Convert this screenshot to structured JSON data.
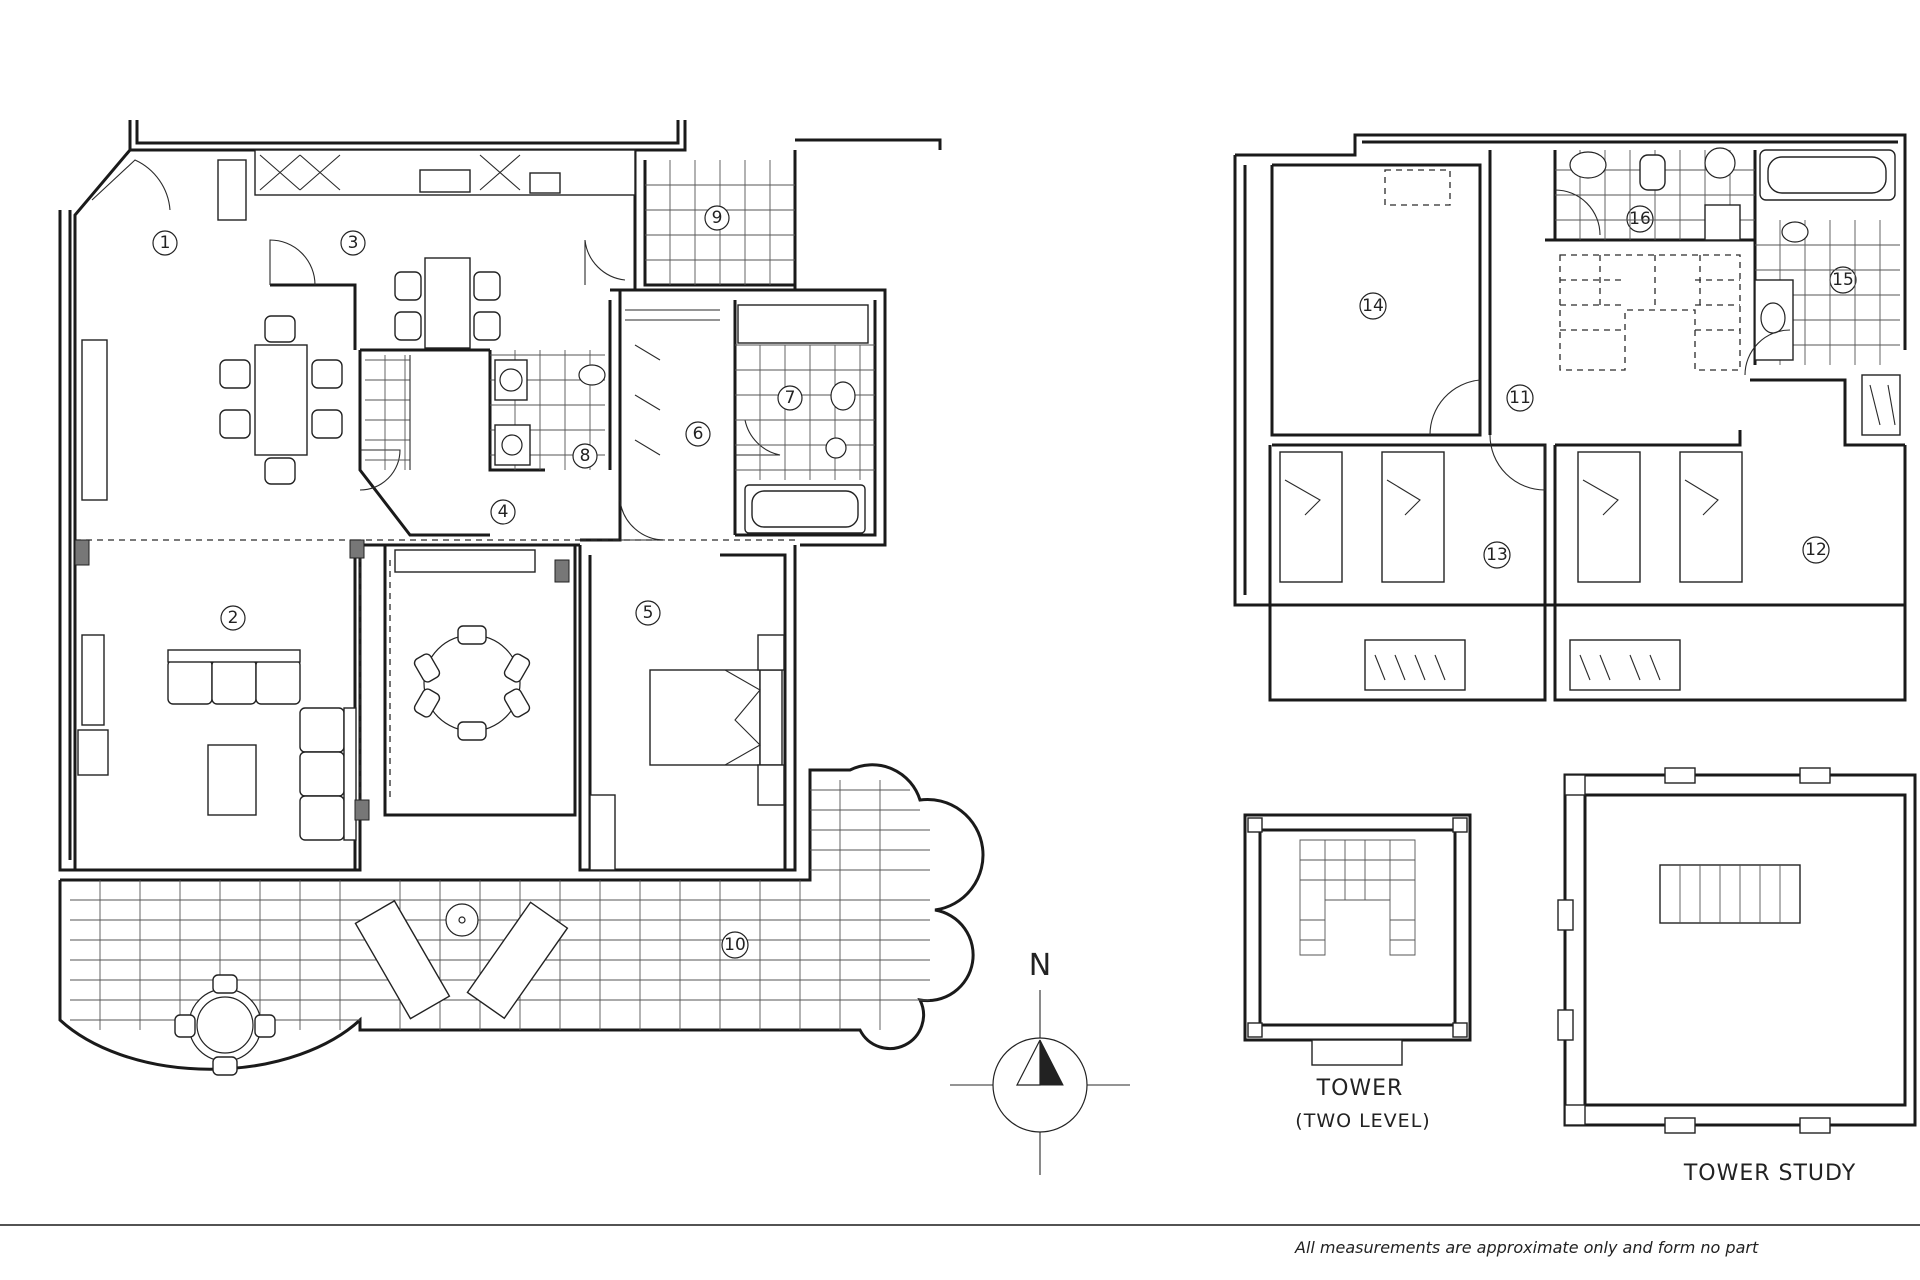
{
  "rooms": [
    {
      "id": "1",
      "label": "1"
    },
    {
      "id": "2",
      "label": "2"
    },
    {
      "id": "3",
      "label": "3"
    },
    {
      "id": "4",
      "label": "4"
    },
    {
      "id": "5",
      "label": "5"
    },
    {
      "id": "6",
      "label": "6"
    },
    {
      "id": "7",
      "label": "7"
    },
    {
      "id": "8",
      "label": "8"
    },
    {
      "id": "9",
      "label": "9"
    },
    {
      "id": "10",
      "label": "10"
    },
    {
      "id": "11",
      "label": "11"
    },
    {
      "id": "12",
      "label": "12"
    },
    {
      "id": "13",
      "label": "13"
    },
    {
      "id": "14",
      "label": "14"
    },
    {
      "id": "15",
      "label": "15"
    },
    {
      "id": "16",
      "label": "16"
    }
  ],
  "labels": {
    "tower_line1": "TOWER",
    "tower_line2": "(TWO LEVEL)",
    "tower_study": "TOWER STUDY",
    "north": "N"
  },
  "footer": {
    "disclaimer": "All measurements are approximate only and form no part"
  }
}
